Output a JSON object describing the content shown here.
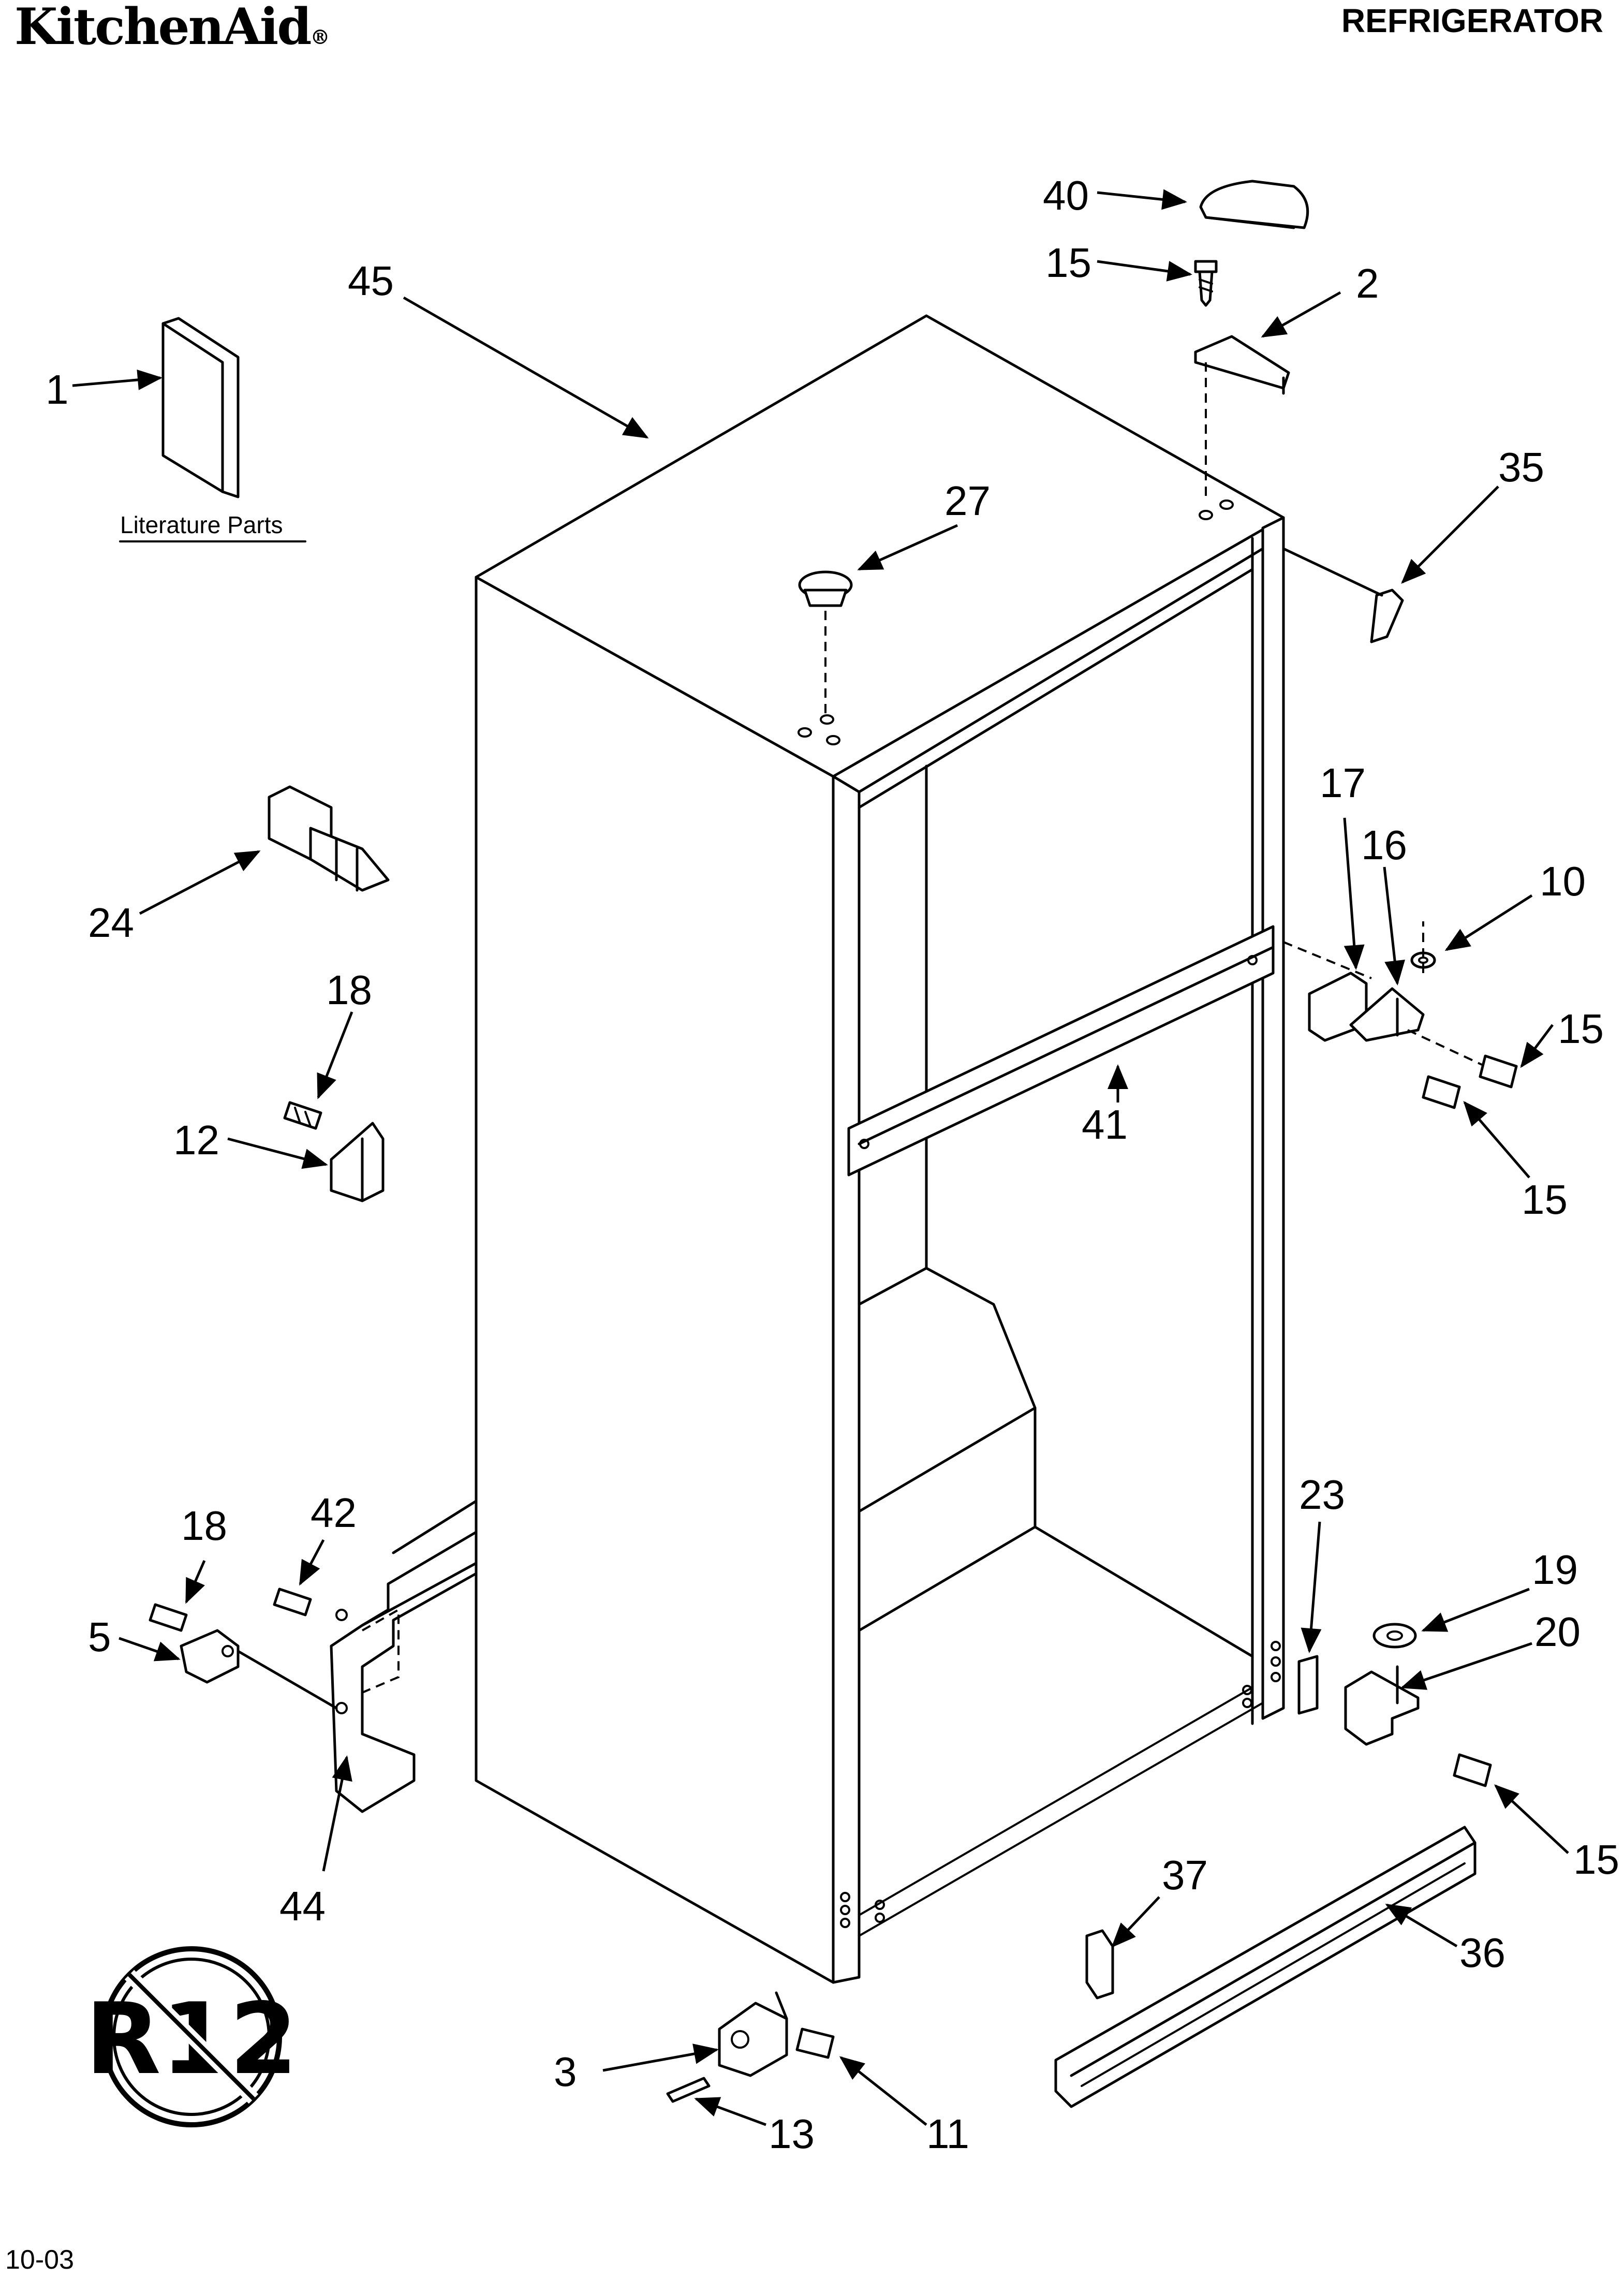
{
  "header": {
    "brand": "KitchenAid",
    "brand_mark": "®",
    "product": "REFRIGERATOR"
  },
  "footer": {
    "code": "10-03"
  },
  "literature": {
    "caption": "Literature Parts"
  },
  "badge": {
    "text": "R12",
    "icon": "no-r12-prohibition-icon"
  },
  "callouts": [
    {
      "id": "1",
      "label": "1"
    },
    {
      "id": "2",
      "label": "2"
    },
    {
      "id": "3",
      "label": "3"
    },
    {
      "id": "5",
      "label": "5"
    },
    {
      "id": "10",
      "label": "10"
    },
    {
      "id": "11",
      "label": "11"
    },
    {
      "id": "12",
      "label": "12"
    },
    {
      "id": "13",
      "label": "13"
    },
    {
      "id": "15a",
      "label": "15"
    },
    {
      "id": "15b",
      "label": "15"
    },
    {
      "id": "15c",
      "label": "15"
    },
    {
      "id": "15d",
      "label": "15"
    },
    {
      "id": "16",
      "label": "16"
    },
    {
      "id": "17",
      "label": "17"
    },
    {
      "id": "18a",
      "label": "18"
    },
    {
      "id": "18b",
      "label": "18"
    },
    {
      "id": "19",
      "label": "19"
    },
    {
      "id": "20",
      "label": "20"
    },
    {
      "id": "23",
      "label": "23"
    },
    {
      "id": "24",
      "label": "24"
    },
    {
      "id": "27",
      "label": "27"
    },
    {
      "id": "35",
      "label": "35"
    },
    {
      "id": "36",
      "label": "36"
    },
    {
      "id": "37",
      "label": "37"
    },
    {
      "id": "40",
      "label": "40"
    },
    {
      "id": "41",
      "label": "41"
    },
    {
      "id": "42",
      "label": "42"
    },
    {
      "id": "44",
      "label": "44"
    },
    {
      "id": "45",
      "label": "45"
    }
  ]
}
